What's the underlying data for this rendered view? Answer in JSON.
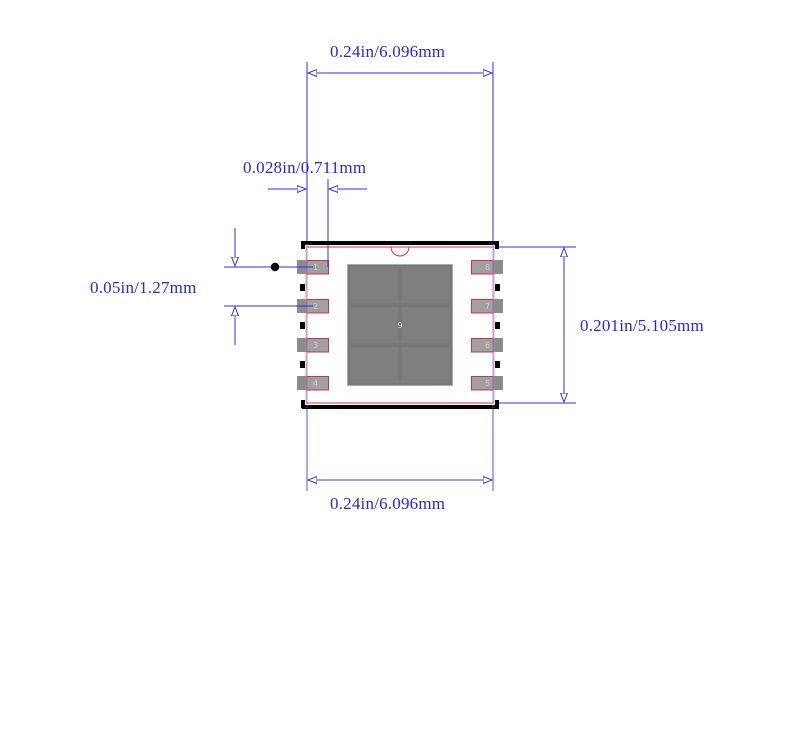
{
  "footprint": {
    "package": "8-pad SOIC/DFN style with exposed thermal pad",
    "colors": {
      "dimension": "#2e2ef0",
      "body_outline": "#d9304a",
      "body_outline_light": "#f2a6b0",
      "pad_fill": "#8c8c8c",
      "pad_outline": "#d9304a",
      "thermal_pad_fill": "#787878",
      "thermal_pad_tile": "#7f7f7f",
      "thermal_pad_outline": "#8fbf8f",
      "silkscreen": "#000000",
      "pad_label": "#d0d0d0"
    },
    "pads_left": [
      {
        "number": "1"
      },
      {
        "number": "2"
      },
      {
        "number": "3"
      },
      {
        "number": "4"
      }
    ],
    "pads_right": [
      {
        "number": "8"
      },
      {
        "number": "7"
      },
      {
        "number": "6"
      },
      {
        "number": "5"
      }
    ],
    "thermal_pad": {
      "number": "9"
    },
    "pin1_marker": "filled-dot"
  },
  "dimensions": {
    "top_width": "0.24in/6.096mm",
    "pad_width": "0.028in/0.711mm",
    "pitch": "0.05in/1.27mm",
    "body_height": "0.201in/5.105mm",
    "bottom_width": "0.24in/6.096mm"
  }
}
